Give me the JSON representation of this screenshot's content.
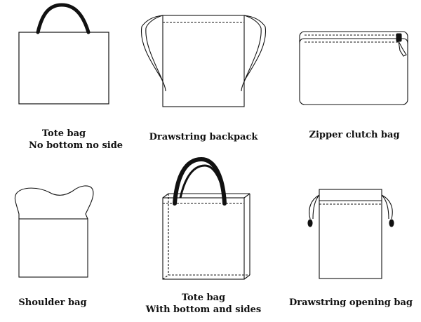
{
  "bags": [
    {
      "id": "tote-flat",
      "icon": "tote-bag-flat-icon",
      "caption": [
        "Tote bag",
        "No bottom no side"
      ]
    },
    {
      "id": "drawstring-backpack",
      "icon": "drawstring-backpack-icon",
      "caption": [
        "Drawstring backpack"
      ]
    },
    {
      "id": "zipper-clutch",
      "icon": "zipper-clutch-bag-icon",
      "caption": [
        "Zipper clutch bag"
      ]
    },
    {
      "id": "shoulder",
      "icon": "shoulder-bag-icon",
      "caption": [
        "Shoulder bag"
      ]
    },
    {
      "id": "tote-boxed",
      "icon": "tote-bag-boxed-icon",
      "caption": [
        "Tote bag",
        "With bottom and sides"
      ]
    },
    {
      "id": "drawstring-opening",
      "icon": "drawstring-opening-bag-icon",
      "caption": [
        "Drawstring opening bag"
      ]
    }
  ],
  "colors": {
    "line": "#111111",
    "background": "#ffffff"
  }
}
